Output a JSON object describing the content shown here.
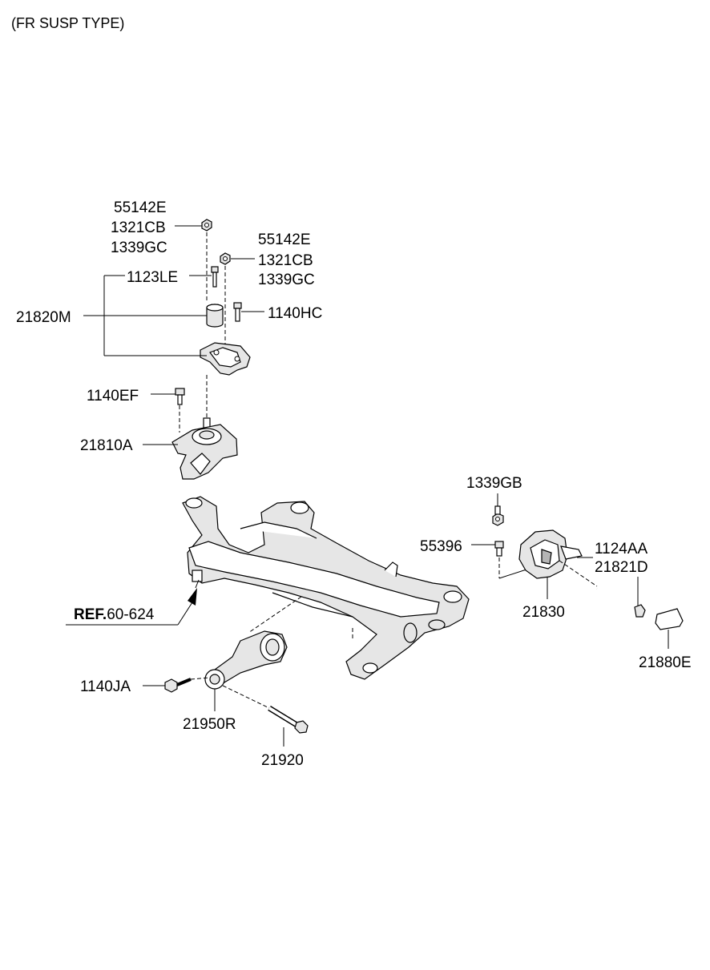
{
  "title": "(FR SUSP TYPE)",
  "labels": {
    "nut_group_1": [
      "55142E",
      "1321CB",
      "1339GC"
    ],
    "nut_group_2": [
      "55142E",
      "1321CB",
      "1339GC"
    ],
    "bolt_1123le": "1123LE",
    "bracket_21820m": "21820M",
    "bolt_1140hc": "1140HC",
    "bolt_1140ef": "1140EF",
    "mount_21810a": "21810A",
    "nut_1339gb": "1339GB",
    "bolt_55396": "55396",
    "bolt_1124aa": "1124AA",
    "part_21821d": "21821D",
    "mount_21830": "21830",
    "cover_21880e": "21880E",
    "ref_prefix": "REF.",
    "ref_number": "60-624",
    "bolt_1140ja": "1140JA",
    "rod_21950r": "21950R",
    "bolt_21920": "21920"
  },
  "colors": {
    "line": "#000000",
    "background": "#ffffff",
    "part_shade": "#e6e6e6"
  }
}
